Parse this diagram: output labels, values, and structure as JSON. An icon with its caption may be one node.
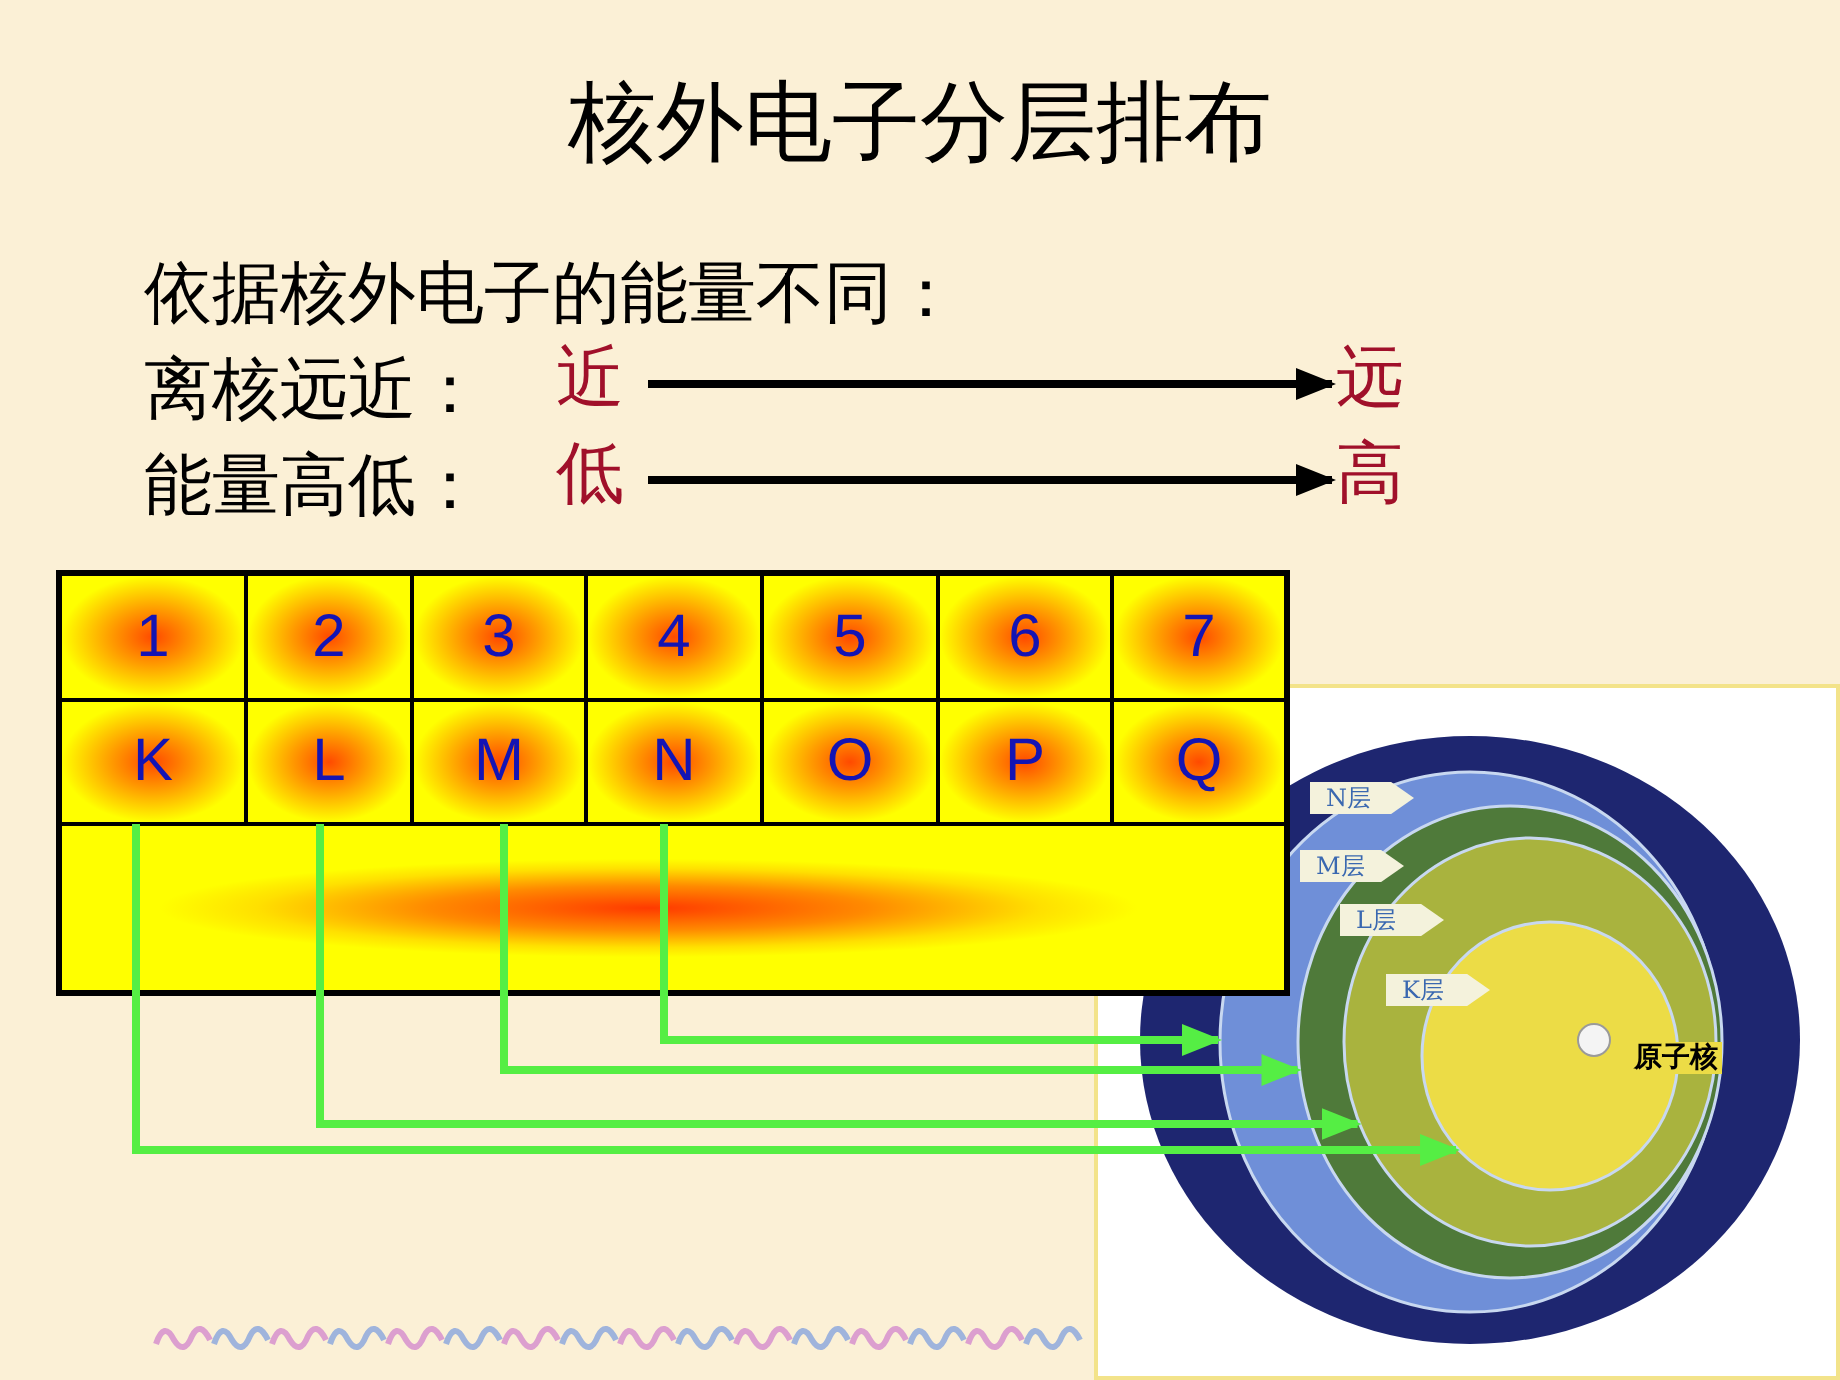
{
  "diagram": {
    "title": "核外电子分层排布",
    "nodes": [
      {
        "text": [
          "近"
        ]
      },
      {
        "text": [
          "远"
        ]
      },
      {
        "text": [
          "低"
        ]
      },
      {
        "text": [
          "高"
        ]
      },
      {
        "text": [
          "1"
        ]
      },
      {
        "text": [
          "2"
        ]
      },
      {
        "text": [
          "3"
        ]
      },
      {
        "text": [
          "4"
        ]
      },
      {
        "text": [
          "5"
        ]
      },
      {
        "text": [
          "6"
        ]
      },
      {
        "text": [
          "7"
        ]
      },
      {
        "text": [
          "K"
        ]
      },
      {
        "text": [
          "L"
        ]
      },
      {
        "text": [
          "M"
        ]
      },
      {
        "text": [
          "N"
        ]
      },
      {
        "text": [
          "O"
        ]
      },
      {
        "text": [
          "P"
        ]
      },
      {
        "text": [
          "Q"
        ]
      },
      {
        "text": [],
        "shape": "circle"
      },
      {
        "text": [],
        "shape": "circle",
        "in": 18
      },
      {
        "text": [],
        "shape": "circle",
        "in": 19
      },
      {
        "text": [],
        "shape": "circle",
        "in": 20
      },
      {
        "text": [
          "N层"
        ],
        "in": 18
      },
      {
        "text": [
          "M层"
        ],
        "in": 18
      },
      {
        "text": [
          "L层"
        ],
        "in": 20
      },
      {
        "text": [
          "K层"
        ],
        "in": 20
      }
    ],
    "edges": [
      {
        "from": 0,
        "to": 1,
        "arrow": "to",
        "color": "#000000"
      },
      {
        "from": 2,
        "to": 3,
        "arrow": "to",
        "color": "#000000"
      },
      {
        "from": 14,
        "to": 18,
        "arrow": "to",
        "color": "#55ee44"
      },
      {
        "from": 13,
        "to": 19,
        "arrow": "to",
        "color": "#55ee44"
      },
      {
        "from": 12,
        "to": 20,
        "arrow": "to",
        "color": "#55ee44"
      },
      {
        "from": 11,
        "to": 21,
        "arrow": "to",
        "color": "#55ee44"
      }
    ],
    "labels": [
      "依据核外电子的能量不同：",
      "离核远近：",
      "能量高低：",
      "原子核"
    ]
  }
}
